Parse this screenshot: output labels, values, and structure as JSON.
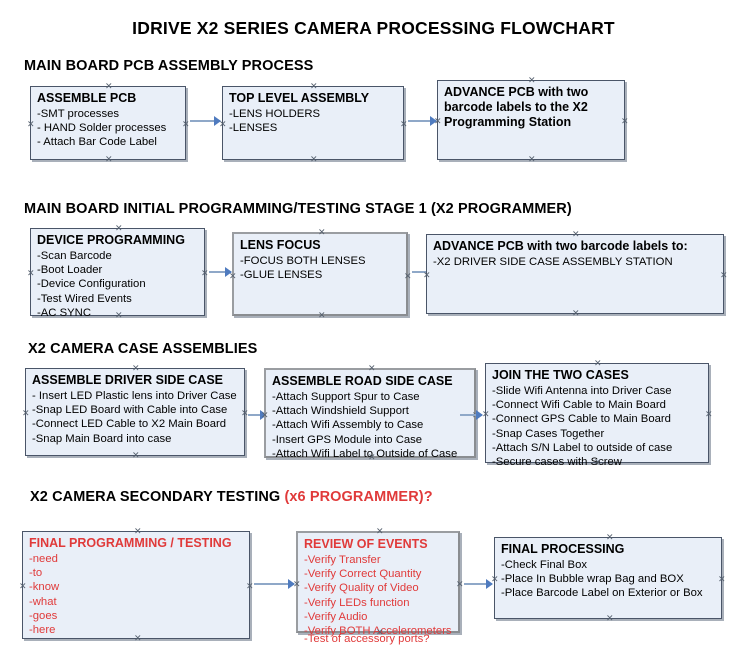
{
  "document": {
    "title": "IDRIVE X2  SERIES CAMERA PROCESSING FLOWCHART"
  },
  "sections": [
    {
      "id": "main-board-pcb-assembly",
      "title": "MAIN BOARD PCB ASSEMBLY PROCESS",
      "accent": "",
      "nodes": [
        {
          "id": "assemble-pcb",
          "title": "ASSEMBLE PCB",
          "lines": [
            "-SMT processes",
            "- HAND Solder processes",
            "- Attach Bar Code Label"
          ]
        },
        {
          "id": "top-level-assembly",
          "title": "TOP LEVEL ASSEMBLY",
          "lines": [
            "-LENS HOLDERS",
            "-LENSES"
          ]
        },
        {
          "id": "advance-pcb-to-x2-programming-station",
          "title": "ADVANCE PCB with two barcode labels to the  X2 Programming Station",
          "lines": []
        }
      ]
    },
    {
      "id": "main-board-initial-programming",
      "title": "MAIN BOARD INITIAL PROGRAMMING/TESTING STAGE 1 (X2 PROGRAMMER)",
      "accent": "",
      "nodes": [
        {
          "id": "device-programming",
          "title": "DEVICE PROGRAMMING",
          "lines": [
            "-Scan Barcode",
            "-Boot Loader",
            "-Device Configuration",
            "-Test Wired Events",
            "-AC SYNC"
          ]
        },
        {
          "id": "lens-focus",
          "title": "LENS FOCUS",
          "lines": [
            "-FOCUS BOTH LENSES",
            "-GLUE LENSES"
          ]
        },
        {
          "id": "advance-pcb-to-driver-side-case-station",
          "title": "ADVANCE PCB with two barcode labels to:",
          "lines": [
            "-X2 DRIVER  SIDE  CASE  ASSEMBLY STATION"
          ]
        }
      ]
    },
    {
      "id": "x2-camera-case-assemblies",
      "title": "X2 CAMERA CASE ASSEMBLIES",
      "accent": "",
      "nodes": [
        {
          "id": "assemble-driver-side-case",
          "title": "ASSEMBLE DRIVER SIDE CASE",
          "lines": [
            "- Insert LED Plastic lens into Driver Case",
            "-Snap LED Board with Cable into Case",
            "-Connect LED Cable to X2 Main Board",
            "-Snap Main Board into case"
          ]
        },
        {
          "id": "assemble-road-side-case",
          "title": "ASSEMBLE ROAD SIDE CASE",
          "lines": [
            "-Attach Support Spur to Case",
            "-Attach Windshield Support",
            "-Attach Wifi Assembly to Case",
            "-Insert GPS Module into Case",
            "-Attach Wifi Label to Outside of Case"
          ]
        },
        {
          "id": "join-the-two-cases",
          "title": "JOIN THE TWO CASES",
          "lines": [
            "-Slide Wifi Antenna into Driver Case",
            "-Connect Wifi Cable to Main Board",
            "-Connect GPS Cable to Main Board",
            "-Snap Cases Together",
            "-Attach S/N Label to outside of case",
            "-Secure cases with Screw"
          ]
        }
      ]
    },
    {
      "id": "x2-camera-secondary-testing",
      "title": "X2 CAMERA SECONDARY TESTING ",
      "accent": "(x6 PROGRAMMER)?",
      "nodes": [
        {
          "id": "final-programming-testing",
          "title": "FINAL PROGRAMMING / TESTING",
          "lines": [
            "-need",
            "-to",
            "-know",
            "-what",
            "-goes",
            "-here"
          ]
        },
        {
          "id": "review-of-events",
          "title": "REVIEW OF EVENTS",
          "lines": [
            "-Verify Transfer",
            "-Verify Correct Quantity",
            "-Verify Quality of Video",
            "-Verify LEDs function",
            "-Verify Audio",
            "-Verify BOTH Accelerometers"
          ],
          "overflow_line": "-Test of accessory ports?"
        },
        {
          "id": "final-processing",
          "title": "FINAL PROCESSING",
          "lines": [
            "-Check Final Box",
            "-Place In Bubble wrap Bag and BOX",
            "-Place Barcode Label on Exterior or Box"
          ]
        }
      ]
    }
  ],
  "colors": {
    "node_fill": "#e9eff8",
    "node_border": "#4a5568",
    "connector": "#8fa8c8",
    "arrow_head": "#4f7bbf",
    "accent_red": "#e03a3a",
    "text": "#000000"
  }
}
